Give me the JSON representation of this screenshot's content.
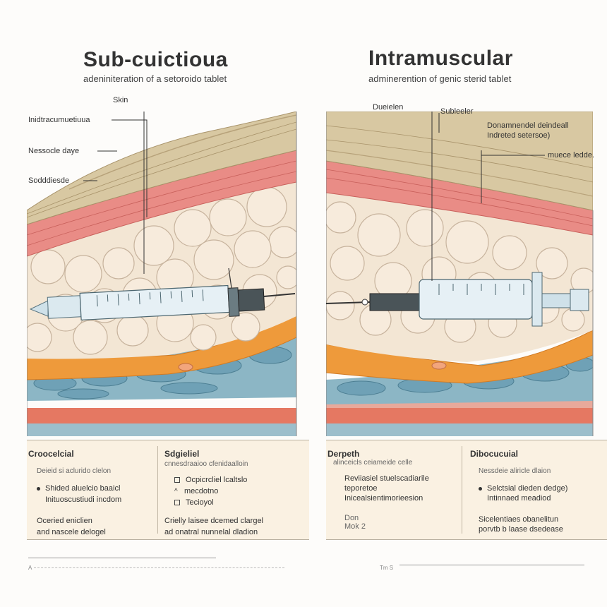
{
  "left": {
    "title": "Sub-cuictioua",
    "subtitle": "adeniniteration of a setoroido tablet",
    "labels": [
      "Skin",
      "Inidtracumuetiuua",
      "Nessocle daye",
      "Sodddiesde"
    ],
    "info": {
      "col1_head": "Croocelcial",
      "col1_small": "Deieid si aclurido clelon",
      "col1_bullets": [
        "Shided aluelcio baaicl",
        "Inituoscustiudi incdom"
      ],
      "col1_foot": [
        "Oceried eniclien",
        "and nascele delogel"
      ],
      "col2_head": "Sdgieliel",
      "col2_small": "cnnesdraaioo cfenidaalloin",
      "col2_items": [
        "Ocpicrcliel lcaltslo",
        "mecdotno",
        "Tecioyol"
      ],
      "col2_foot": [
        "Crielly laisee dcemed clargel",
        "ad onatral nunnelal dladion"
      ]
    },
    "footer": "A"
  },
  "right": {
    "title": "Intramuscular",
    "subtitle": "adminerention of genic sterid tablet",
    "labels": [
      "Dueielen",
      "Subleeler",
      "Donamnendel deindeall",
      "Indreted setersoe)",
      "muece ledde."
    ],
    "info": {
      "col1_head": "Derpeth",
      "col1_small": "alinceicls ceiameide celle",
      "col1_lines": [
        "Reviiasiel stuelscadiarile",
        "teporetoe",
        "Inicealsientimorieesion"
      ],
      "col1_foot": [
        "Don",
        "Mok 2"
      ],
      "col2_head": "Dibocucuial",
      "col2_small": "Nessdeie aliricle dlaion",
      "col2_bullets": [
        "Selctsial dieden dedge)",
        "Intinnaed meadiod"
      ],
      "col2_foot": [
        "Sicelentiaes obanelitun",
        "porvtb b laase dsedease"
      ]
    },
    "footer": "Tm S"
  },
  "colors": {
    "skin": "#c9b78f",
    "dermis": "#e98c86",
    "fat": "#f1e2cf",
    "fascia": "#ee9a3b",
    "muscle": "#7fb1c4",
    "infobox": "#faf1e2"
  },
  "icons": [
    "syringe-icon",
    "bullet-icon",
    "checkbox-icon"
  ]
}
